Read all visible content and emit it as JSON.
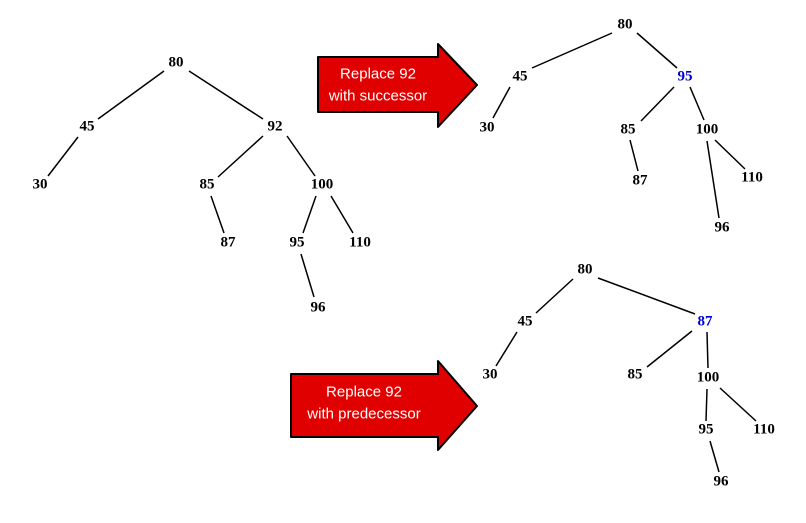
{
  "page": {
    "background": "#ffffff"
  },
  "colors": {
    "node_text": "#000000",
    "replaced_node_text": "#0000cc",
    "edge": "#000000",
    "arrow_fill": "#e00000",
    "arrow_outline": "#000000",
    "arrow_text": "#ffffff"
  },
  "trees": {
    "original": {
      "name": "original-bst-with-92",
      "nodes": {
        "n80": "80",
        "n45": "45",
        "n92": "92",
        "n30": "30",
        "n85": "85",
        "n100": "100",
        "n87": "87",
        "n95": "95",
        "n110": "110",
        "n96": "96"
      }
    },
    "successor_result": {
      "name": "bst-after-replacing-92-with-successor-95",
      "nodes": {
        "n80": "80",
        "n45": "45",
        "n95": "95",
        "n30": "30",
        "n85": "85",
        "n100": "100",
        "n87": "87",
        "n110": "110",
        "n96": "96"
      }
    },
    "predecessor_result": {
      "name": "bst-after-replacing-92-with-predecessor-87",
      "nodes": {
        "n80": "80",
        "n45": "45",
        "n87": "87",
        "n30": "30",
        "n85": "85",
        "n100": "100",
        "n95": "95",
        "n110": "110",
        "n96": "96"
      }
    }
  },
  "arrows": {
    "successor": {
      "line1": "Replace 92",
      "line2": "with successor"
    },
    "predecessor": {
      "line1": "Replace 92",
      "line2": "with predecessor"
    }
  }
}
